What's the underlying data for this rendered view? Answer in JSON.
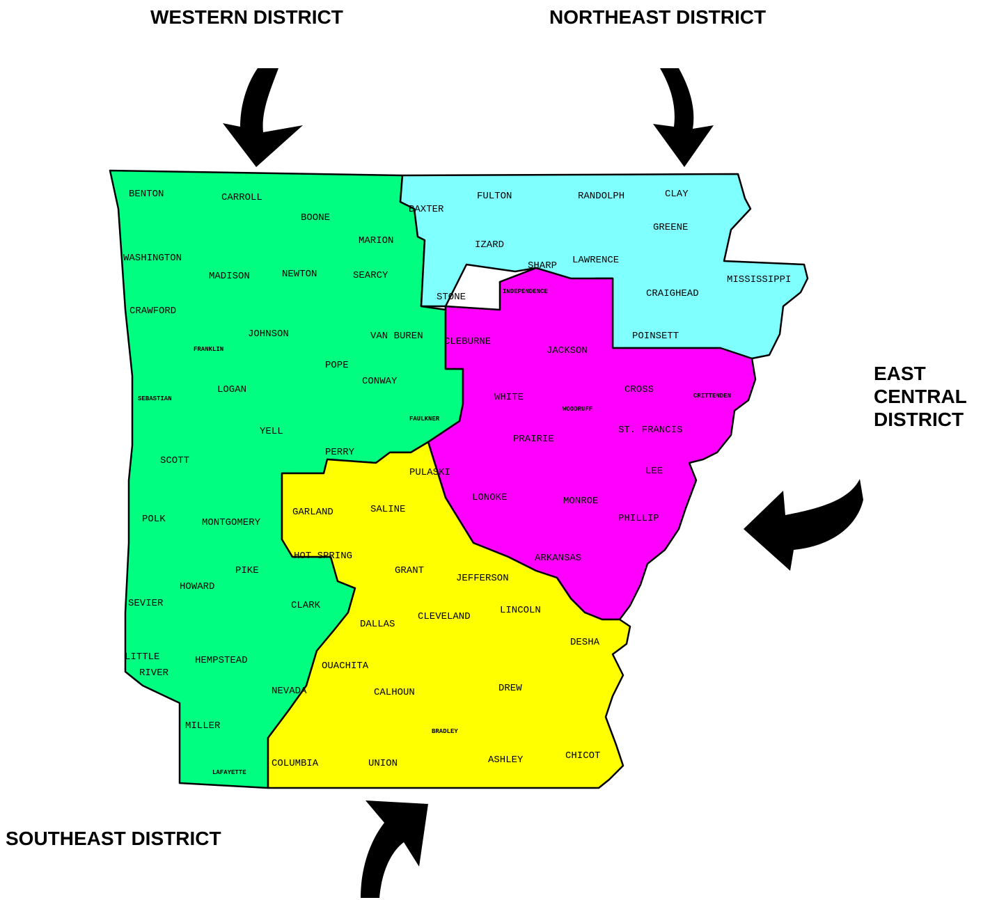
{
  "districts": {
    "western": {
      "label": "WESTERN DISTRICT",
      "color": "#00ff80"
    },
    "northeast": {
      "label": "NORTHEAST DISTRICT",
      "color": "#80ffff"
    },
    "east_central": {
      "lines": [
        "EAST",
        "CENTRAL",
        "DISTRICT"
      ],
      "color": "#ff00ff"
    },
    "southeast": {
      "label": "SOUTHEAST DISTRICT",
      "color": "#ffff00"
    }
  },
  "counties": [
    {
      "name": "BENTON",
      "district": "western"
    },
    {
      "name": "CARROLL",
      "district": "western"
    },
    {
      "name": "BOONE",
      "district": "western"
    },
    {
      "name": "MARION",
      "district": "western"
    },
    {
      "name": "WASHINGTON",
      "district": "western"
    },
    {
      "name": "MADISON",
      "district": "western"
    },
    {
      "name": "NEWTON",
      "district": "western"
    },
    {
      "name": "SEARCY",
      "district": "western"
    },
    {
      "name": "CRAWFORD",
      "district": "western"
    },
    {
      "name": "FRANKLIN",
      "district": "western"
    },
    {
      "name": "JOHNSON",
      "district": "western"
    },
    {
      "name": "POPE",
      "district": "western"
    },
    {
      "name": "VAN BUREN",
      "district": "western"
    },
    {
      "name": "CONWAY",
      "district": "western"
    },
    {
      "name": "SEBASTIAN",
      "district": "western"
    },
    {
      "name": "LOGAN",
      "district": "western"
    },
    {
      "name": "YELL",
      "district": "western"
    },
    {
      "name": "FAULKNER",
      "district": "western"
    },
    {
      "name": "PERRY",
      "district": "western"
    },
    {
      "name": "SCOTT",
      "district": "western"
    },
    {
      "name": "POLK",
      "district": "western"
    },
    {
      "name": "MONTGOMERY",
      "district": "western"
    },
    {
      "name": "PIKE",
      "district": "western"
    },
    {
      "name": "HOWARD",
      "district": "western"
    },
    {
      "name": "SEVIER",
      "district": "western"
    },
    {
      "name": "CLARK",
      "district": "western"
    },
    {
      "name": "LITTLE",
      "district": "western"
    },
    {
      "name": "RIVER",
      "district": "western"
    },
    {
      "name": "HEMPSTEAD",
      "district": "western"
    },
    {
      "name": "NEVADA",
      "district": "western"
    },
    {
      "name": "MILLER",
      "district": "western"
    },
    {
      "name": "LAFAYETTE",
      "district": "western"
    },
    {
      "name": "BAXTER",
      "district": "northeast"
    },
    {
      "name": "FULTON",
      "district": "northeast"
    },
    {
      "name": "RANDOLPH",
      "district": "northeast"
    },
    {
      "name": "CLAY",
      "district": "northeast"
    },
    {
      "name": "IZARD",
      "district": "northeast"
    },
    {
      "name": "SHARP",
      "district": "northeast"
    },
    {
      "name": "LAWRENCE",
      "district": "northeast"
    },
    {
      "name": "GREENE",
      "district": "northeast"
    },
    {
      "name": "STONE",
      "district": "northeast"
    },
    {
      "name": "CRAIGHEAD",
      "district": "northeast"
    },
    {
      "name": "MISSISSIPPI",
      "district": "northeast"
    },
    {
      "name": "POINSETT",
      "district": "northeast"
    },
    {
      "name": "INDEPENDENCE",
      "district": "east_central"
    },
    {
      "name": "CLEBURNE",
      "district": "east_central"
    },
    {
      "name": "JACKSON",
      "district": "east_central"
    },
    {
      "name": "WHITE",
      "district": "east_central"
    },
    {
      "name": "WOODRUFF",
      "district": "east_central"
    },
    {
      "name": "CROSS",
      "district": "east_central"
    },
    {
      "name": "CRITTENDEN",
      "district": "east_central"
    },
    {
      "name": "ST. FRANCIS",
      "district": "east_central"
    },
    {
      "name": "PRAIRIE",
      "district": "east_central"
    },
    {
      "name": "LONOKE",
      "district": "east_central"
    },
    {
      "name": "MONROE",
      "district": "east_central"
    },
    {
      "name": "LEE",
      "district": "east_central"
    },
    {
      "name": "PHILLIP",
      "district": "east_central"
    },
    {
      "name": "ARKANSAS",
      "district": "east_central"
    },
    {
      "name": "PULASKI",
      "district": "southeast"
    },
    {
      "name": "GARLAND",
      "district": "southeast"
    },
    {
      "name": "SALINE",
      "district": "southeast"
    },
    {
      "name": "HOT SPRING",
      "district": "southeast"
    },
    {
      "name": "GRANT",
      "district": "southeast"
    },
    {
      "name": "JEFFERSON",
      "district": "southeast"
    },
    {
      "name": "DALLAS",
      "district": "southeast"
    },
    {
      "name": "CLEVELAND",
      "district": "southeast"
    },
    {
      "name": "LINCOLN",
      "district": "southeast"
    },
    {
      "name": "DESHA",
      "district": "southeast"
    },
    {
      "name": "OUACHITA",
      "district": "southeast"
    },
    {
      "name": "CALHOUN",
      "district": "southeast"
    },
    {
      "name": "DREW",
      "district": "southeast"
    },
    {
      "name": "BRADLEY",
      "district": "southeast"
    },
    {
      "name": "COLUMBIA",
      "district": "southeast"
    },
    {
      "name": "UNION",
      "district": "southeast"
    },
    {
      "name": "ASHLEY",
      "district": "southeast"
    },
    {
      "name": "CHICOT",
      "district": "southeast"
    }
  ]
}
